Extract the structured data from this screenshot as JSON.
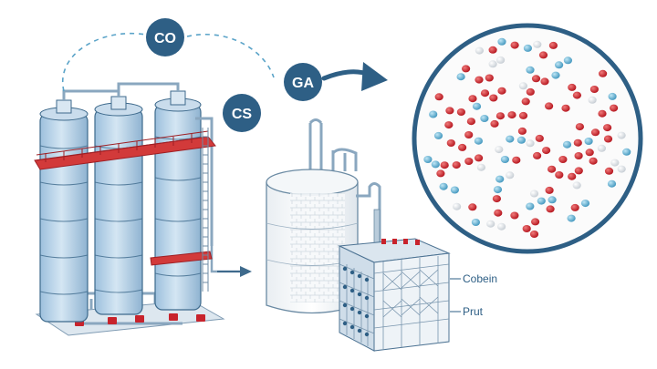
{
  "labels": {
    "co": "CO",
    "ga": "GA",
    "cs": "CS",
    "cobein": "Cobein",
    "prut": "Prut"
  },
  "colors": {
    "bubble": "#2e5f85",
    "tank": "#b8d3e8",
    "tank_stroke": "#3e6a8c",
    "platform": "#d23a3a",
    "particle_red": "#c8232c",
    "particle_blue": "#5aa9cc",
    "particle_white": "#e9ecef",
    "circle_bg": "#fbfbfb"
  },
  "icons": {
    "distillation_columns": "column-tower-icon",
    "storage_tank": "storage-tank-icon",
    "filter_module": "module-rack-icon",
    "arrow": "arrow-right-icon"
  }
}
